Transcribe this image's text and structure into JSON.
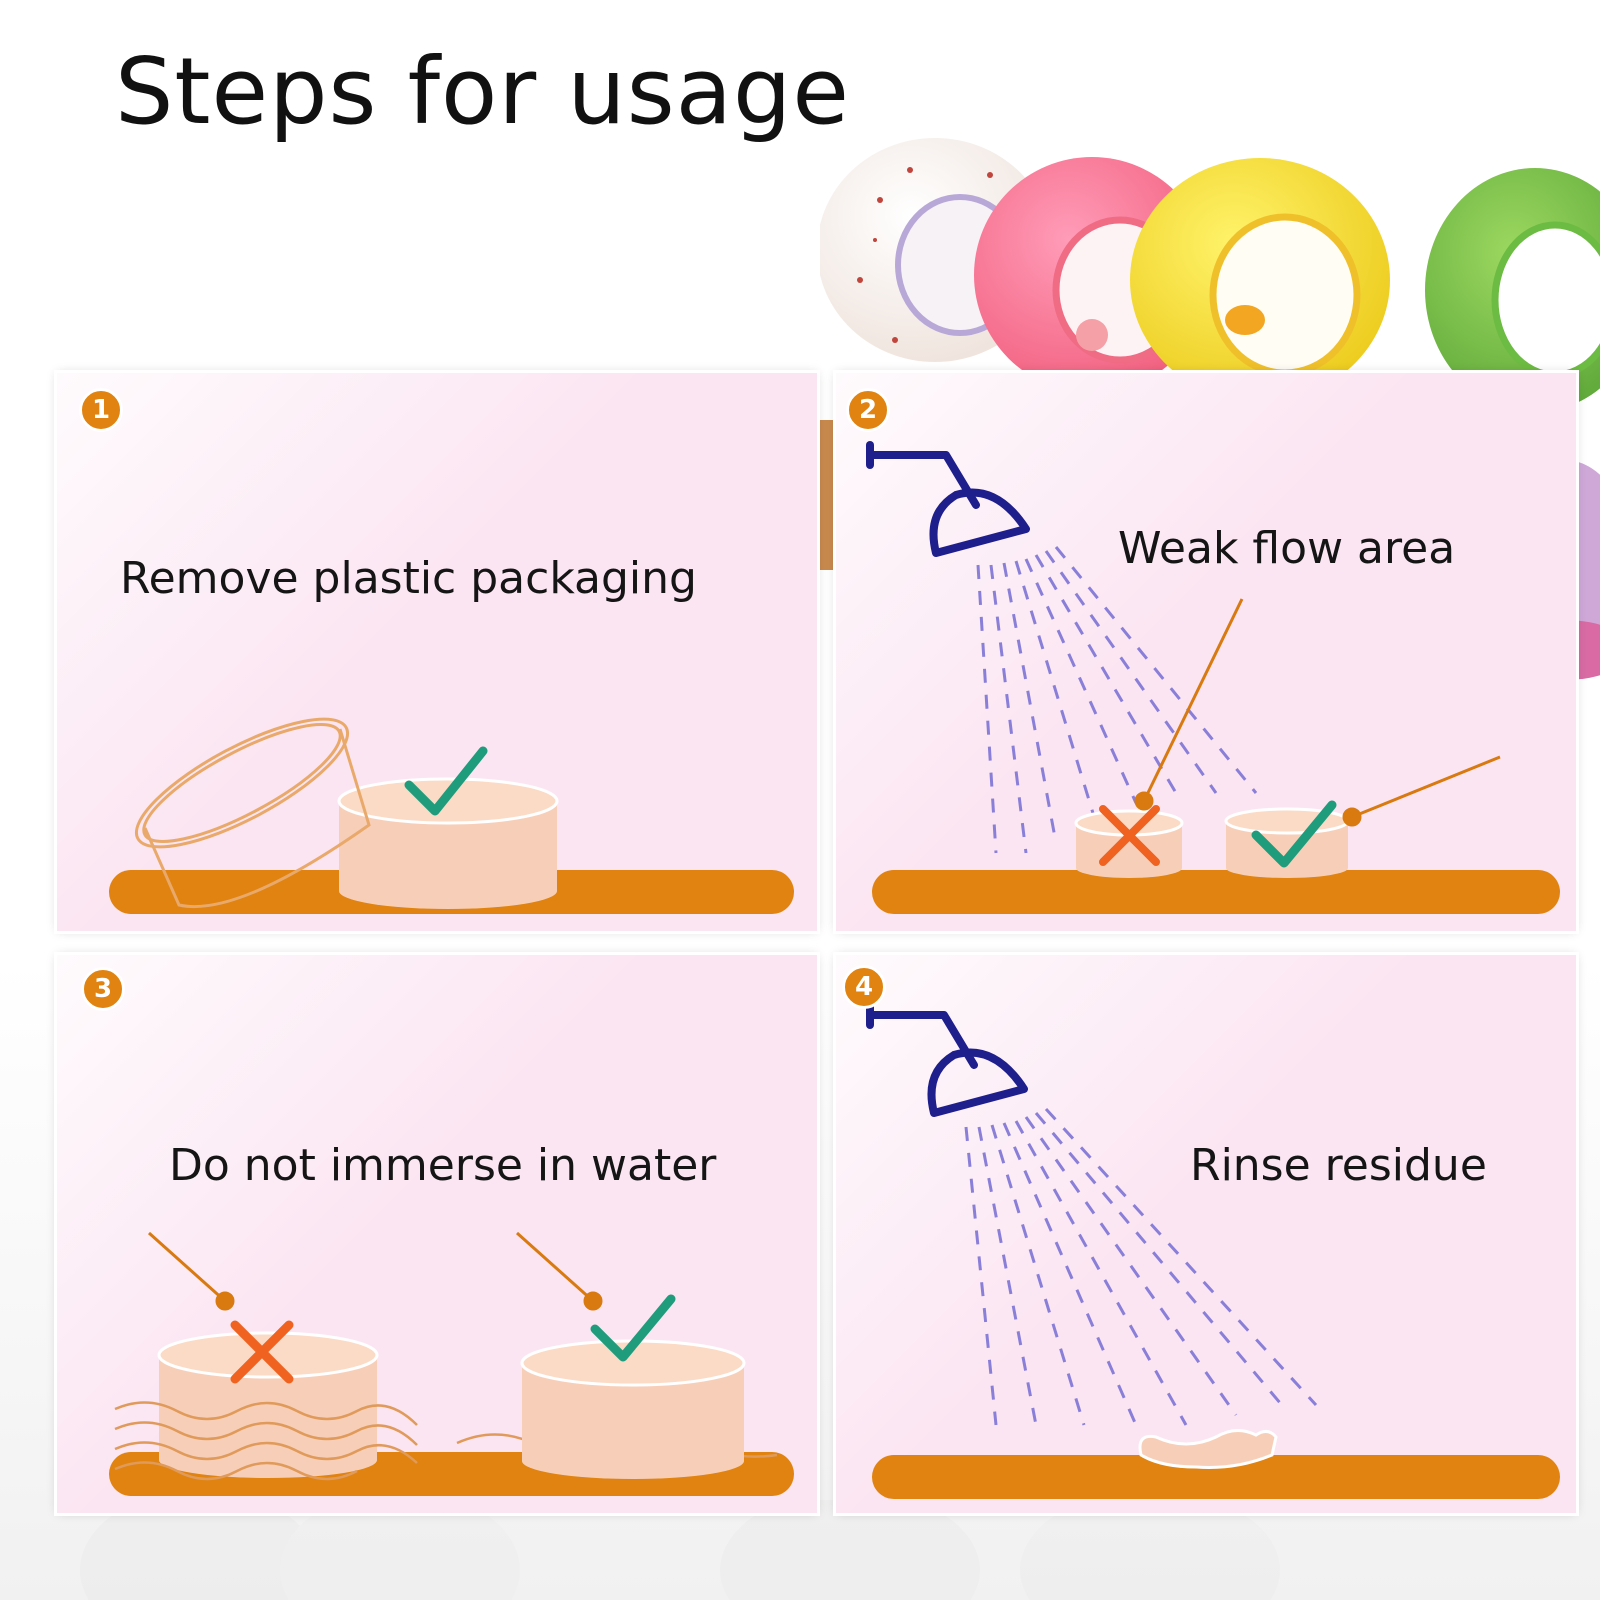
{
  "title": "Steps for usage",
  "colors": {
    "accent": "#e08310",
    "panel_bg": "#fbe5f2",
    "check": "#1f9c7c",
    "cross": "#f0621f",
    "shower": "#1e1f8c",
    "spray": "#8a7fd8",
    "soap": "#f6c9b4"
  },
  "steps": [
    {
      "number": "1",
      "caption": "Remove plastic packaging"
    },
    {
      "number": "2",
      "caption": "Weak flow area"
    },
    {
      "number": "3",
      "caption": "Do not immerse in water"
    },
    {
      "number": "4",
      "caption": "Rinse residue"
    }
  ],
  "icons": [
    "check-icon",
    "cross-icon",
    "shower-head-icon",
    "soap-tablet-icon",
    "plastic-packaging-icon"
  ]
}
